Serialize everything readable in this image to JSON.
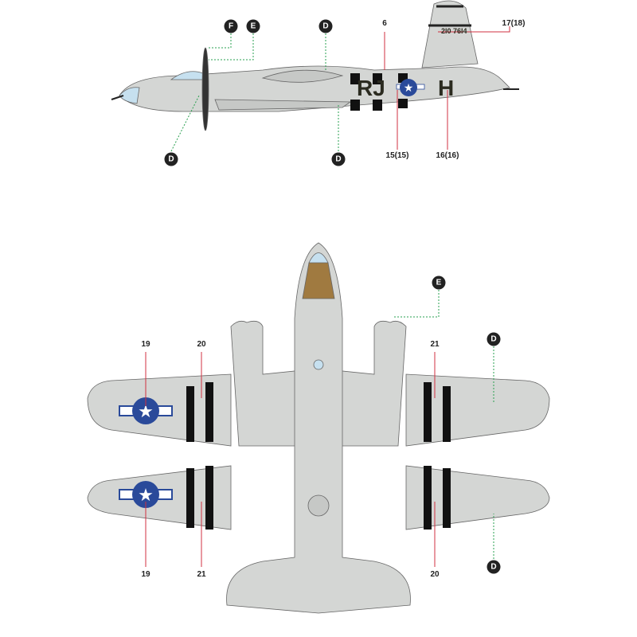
{
  "side_view": {
    "fuselage_code": "RJ",
    "aircraft_letter": "H",
    "tail_serial": "2l0 76l4",
    "callouts": {
      "n6": "6",
      "n17": "17(18)",
      "n15": "15(15)",
      "n16": "16(16)",
      "F": "F",
      "E": "E",
      "D_top": "D",
      "D_bottom_left": "D",
      "D_bottom_mid": "D"
    }
  },
  "plan_view": {
    "callouts": {
      "upper_19": "19",
      "upper_20": "20",
      "upper_21": "21",
      "lower_19": "19",
      "lower_21": "21",
      "lower_20": "20",
      "E": "E",
      "D_right_upper": "D",
      "D_right_lower": "D"
    }
  },
  "colors": {
    "airframe": "#d4d6d4",
    "stripe": "#111111",
    "insignia_blue": "#2a4a9a",
    "callout_red": "#d03040",
    "callout_green": "#2aa050",
    "badge": "#222222"
  }
}
